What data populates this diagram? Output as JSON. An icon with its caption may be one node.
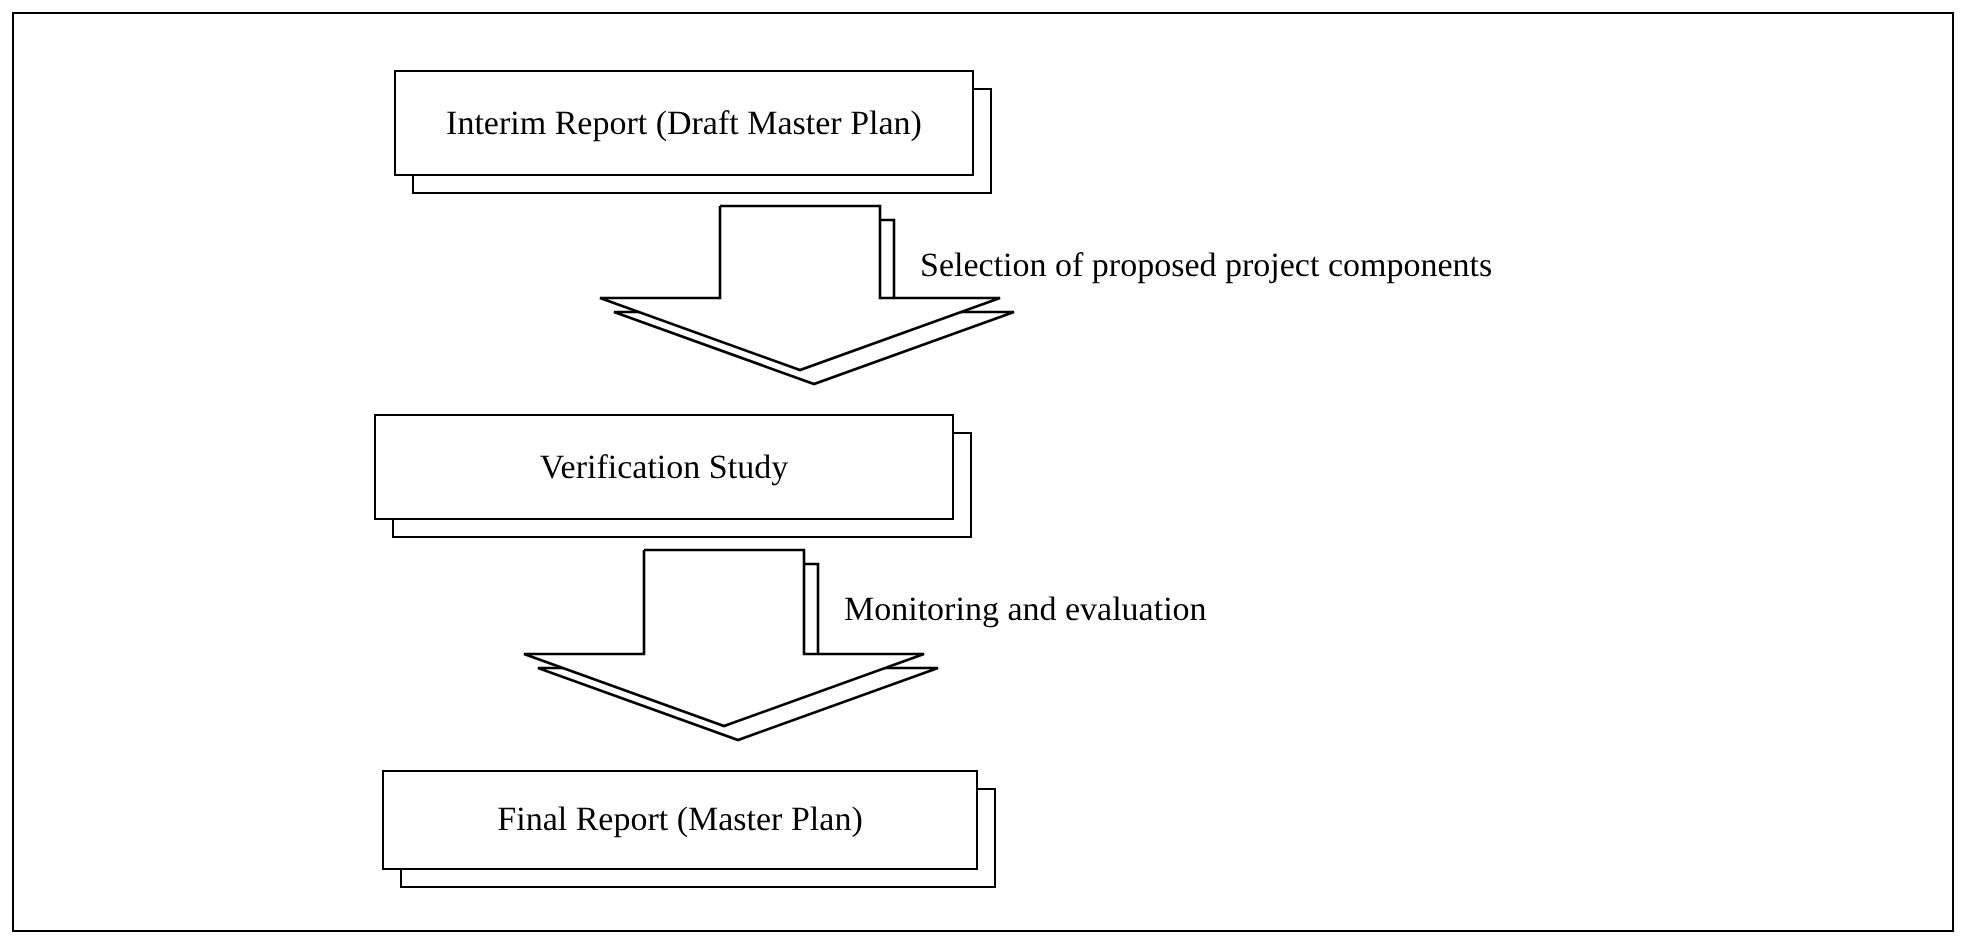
{
  "diagram": {
    "nodes": [
      {
        "text": [
          "Interim Report (Draft Master Plan)"
        ]
      },
      {
        "text": [
          "Verification Study"
        ]
      },
      {
        "text": [
          "Final Report (Master Plan)"
        ]
      }
    ],
    "edges": [
      {
        "from": 0,
        "to": 1,
        "arrow": "to",
        "label": "Selection of proposed project components"
      },
      {
        "from": 1,
        "to": 2,
        "arrow": "to",
        "label": "Monitoring and evaluation"
      }
    ]
  }
}
